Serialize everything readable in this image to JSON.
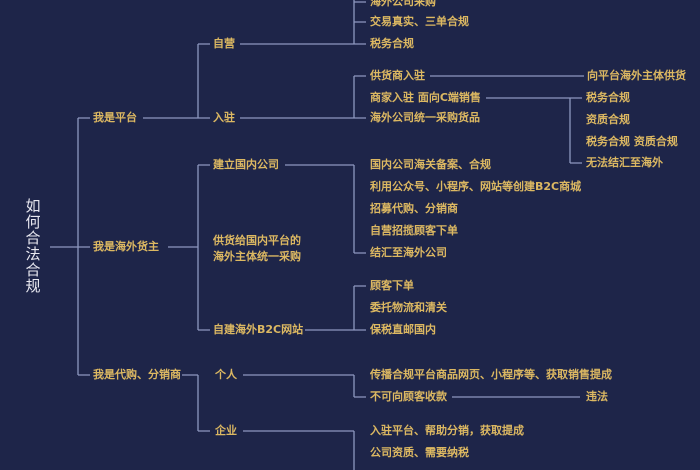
{
  "colors": {
    "background": "#1e2549",
    "node_text": "#dcb862",
    "root_text": "#e8e8f0",
    "line": "#8e98c0"
  },
  "root": "如何合法合规",
  "l1": [
    "我是平台",
    "我是海外货主",
    "我是代购、分销商"
  ],
  "platform": {
    "self_run": "自营",
    "settle_in": "入驻",
    "self_run_items": [
      "海外公司采购",
      "交易真实、三单合规",
      "税务合规"
    ],
    "settle_items": [
      "供货商入驻",
      "商家入驻 面向C端销售",
      "海外公司统一采购货品"
    ],
    "supplier_result": "向平台海外主体供货",
    "merchant_items": [
      "税务合规",
      "资质合规",
      "税务合规 资质合规",
      "无法结汇至海外"
    ]
  },
  "owner": {
    "domestic": "建立国内公司",
    "supply_line1": "供货给国内平台的",
    "supply_line2": "海外主体统一采购",
    "b2c": "自建海外B2C网站",
    "domestic_items": [
      "国内公司海关备案、合规",
      "利用公众号、小程序、网站等创建B2C商城",
      "招募代购、分销商",
      "自营招揽顾客下单",
      "结汇至海外公司"
    ],
    "b2c_items": [
      "顾客下单",
      "委托物流和清关",
      "保税直邮国内"
    ]
  },
  "agent": {
    "individual": "个人",
    "enterprise": "企业",
    "individual_items": [
      "传播合规平台商品网页、小程序等、获取销售提成",
      "不可向顾客收款"
    ],
    "illegal": "违法",
    "enterprise_items": [
      "入驻平台、帮助分销，获取提成",
      "公司资质、需要纳税"
    ]
  }
}
